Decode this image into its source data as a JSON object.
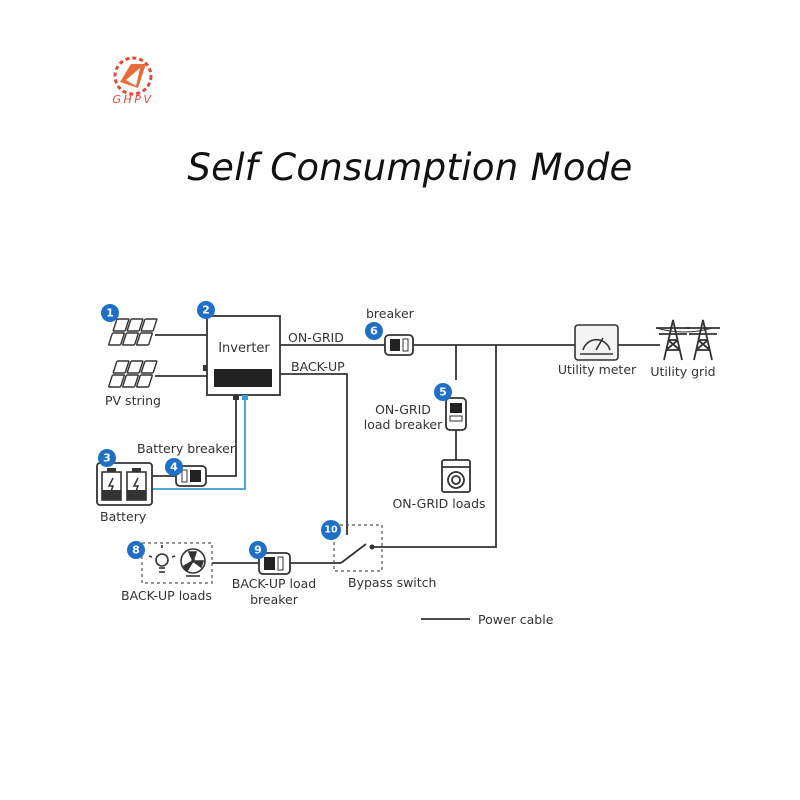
{
  "logo": {
    "text": "GHPV"
  },
  "title": "Self Consumption Mode",
  "labels": {
    "pv_string": "PV string",
    "inverter": "Inverter",
    "on_grid": "ON-GRID",
    "back_up": "BACK-UP",
    "breaker": "breaker",
    "utility_meter": "Utility meter",
    "utility_grid": "Utility grid",
    "on_grid_load_breaker_1": "ON-GRID",
    "on_grid_load_breaker_2": "load breaker",
    "on_grid_loads": "ON-GRID loads",
    "battery_breaker": "Battery breaker",
    "battery": "Battery",
    "back_up_loads": "BACK-UP loads",
    "back_up_load_breaker_1": "BACK-UP load",
    "back_up_load_breaker_2": "breaker",
    "bypass_switch": "Bypass switch",
    "power_cable": "Power cable"
  },
  "badges": [
    "1",
    "2",
    "3",
    "4",
    "5",
    "6",
    "8",
    "9",
    "10"
  ],
  "colors": {
    "badge": "#1f6fc7",
    "line": "#333333",
    "battery_cable": "#3a9fd6",
    "logo": "#e0483a"
  }
}
